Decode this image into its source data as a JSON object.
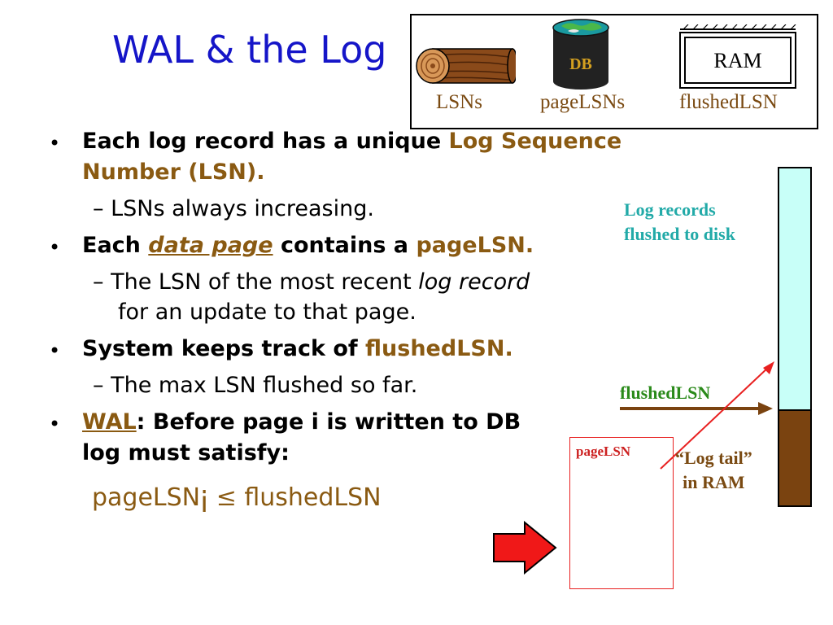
{
  "title": "WAL & the Log",
  "legend": {
    "db_label": "DB",
    "ram_label": "RAM",
    "lsns_caption": "LSNs",
    "pagelsns_caption": "pageLSNs",
    "flushedlsn_caption": "flushedLSN"
  },
  "bullets": {
    "b1_pre": "Each log record has a unique ",
    "b1_accent1": "Log Sequence",
    "b1_accent2": "Number (LSN).",
    "b1_sub": "LSNs always increasing.",
    "b2_pre": "Each ",
    "b2_italic": "data page",
    "b2_mid": " contains a ",
    "b2_accent": "pageLSN.",
    "b2_sub_pre": "The LSN of the most recent ",
    "b2_sub_italic": "log record",
    "b2_sub_line2": "for an update to that page.",
    "b3_pre": "System keeps track of ",
    "b3_accent": "flushedLSN.",
    "b3_sub": "The max LSN flushed so far.",
    "b4_accent": "WAL",
    "b4_rest": ":  Before page i is written to DB",
    "b4_line2": "log must satisfy:",
    "dash": "–",
    "dot": "•"
  },
  "formula": {
    "lhs": "pageLSN",
    "subscript": "i",
    "op": "≤",
    "rhs": "flushedLSN"
  },
  "diagram": {
    "disk_label_line1": "Log records",
    "disk_label_line2": "flushed to disk",
    "flushed_label": "flushedLSN",
    "pagelsn_label": "pageLSN",
    "tail_label_line1": "“Log tail”",
    "tail_label_line2": "in RAM"
  },
  "colors": {
    "title": "#1515c8",
    "accent_brown": "#8a5a12",
    "disk_cyan": "#c8fff8",
    "ram_brown": "#7a4310",
    "red": "#e82020"
  }
}
